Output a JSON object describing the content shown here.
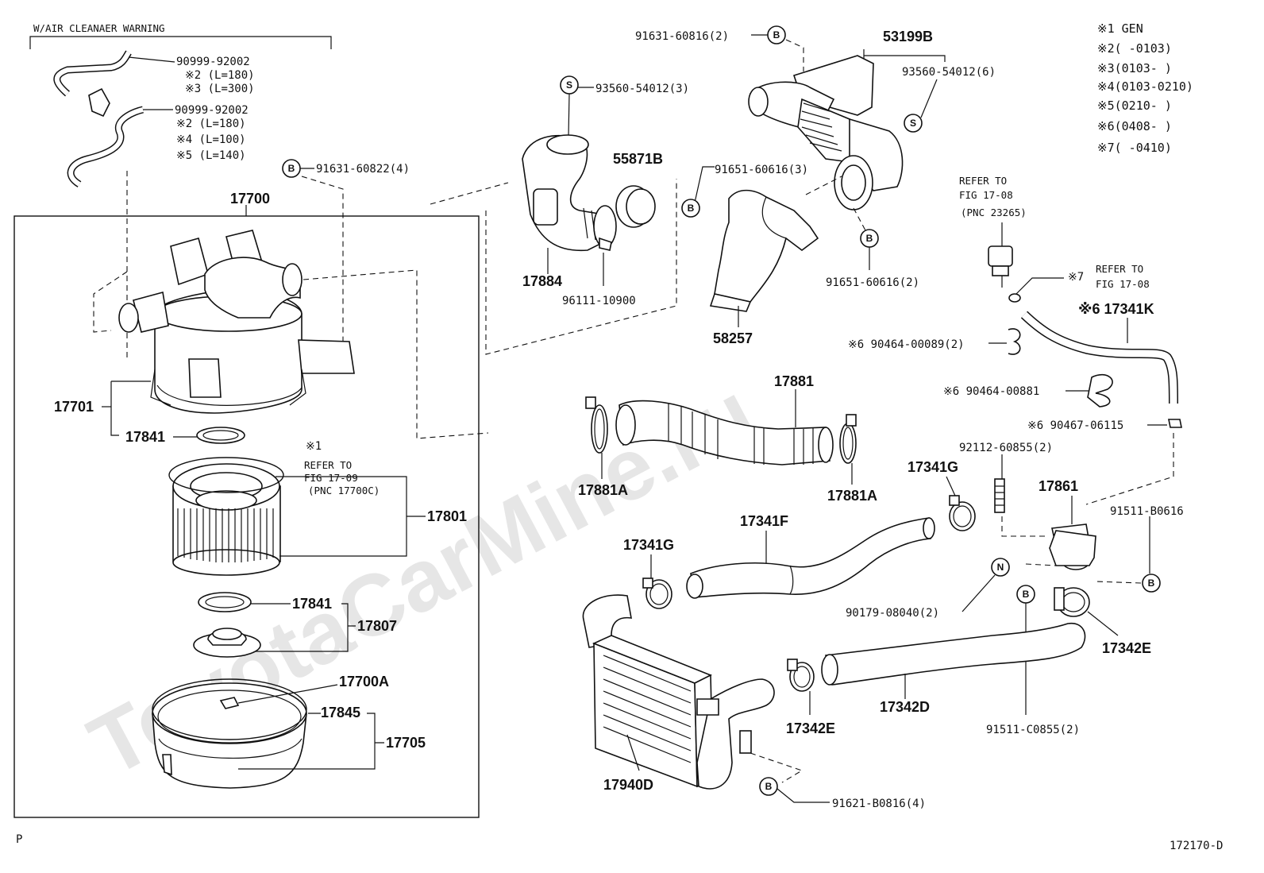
{
  "watermark": "ToyotaCarMine.ru",
  "figure_code": "172170-D",
  "corner_letter": "P",
  "header_note": "W/AIR CLEANAER WARNING",
  "legend": [
    {
      "key": "※1",
      "value": "GEN"
    },
    {
      "key": "※2",
      "value": "(      -0103)"
    },
    {
      "key": "※3",
      "value": "(0103-     )"
    },
    {
      "key": "※4",
      "value": "(0103-0210)"
    },
    {
      "key": "※5",
      "value": "(0210-     )"
    },
    {
      "key": "※6",
      "value": "(0408-     )"
    },
    {
      "key": "※7",
      "value": "(      -0410)"
    }
  ],
  "circle_symbols": {
    "b": "B",
    "s": "S",
    "n": "N"
  },
  "labels": {
    "p90999a": "90999-92002",
    "p90999a_l2": "※2 (L=180)",
    "p90999a_l3": "※3 (L=300)",
    "p90999b": "90999-92002",
    "p90999b_l2": "※2 (L=180)",
    "p90999b_l4": "※4 (L=100)",
    "p90999b_l5": "※5 (L=140)",
    "p91631_22": "91631-60822(4)",
    "p17700": "17700",
    "p17701": "17701",
    "p17841a": "17841",
    "ref1_mark": "※1",
    "ref1_l1": "REFER TO",
    "ref1_l2": "FIG 17-09",
    "ref1_l3": "(PNC 17700C)",
    "p17801": "17801",
    "p17841b": "17841",
    "p17807": "17807",
    "p17700a": "17700A",
    "p17845": "17845",
    "p17705": "17705",
    "p91631_16": "91631-60816(2)",
    "p53199b": "53199B",
    "p93560_6": "93560-54012(6)",
    "p93560_3": "93560-54012(3)",
    "p55871b": "55871B",
    "p91651_3": "91651-60616(3)",
    "p91651_2": "91651-60616(2)",
    "p17884": "17884",
    "p96111": "96111-10900",
    "p58257": "58257",
    "ref2_l1": "REFER TO",
    "ref2_l2": "FIG 17-08",
    "ref2_l3": "(PNC 23265)",
    "ref3_mark": "※7",
    "ref3_l1": "REFER TO",
    "ref3_l2": "FIG 17-08",
    "p17341k": "※6 17341K",
    "p90464_89": "※6 90464-00089(2)",
    "p90464_881": "※6 90464-00881",
    "p90467": "※6 90467-06115",
    "p17881": "17881",
    "p17881a_l": "17881A",
    "p17881a_r": "17881A",
    "p92112": "92112-60855(2)",
    "p17341g_r": "17341G",
    "p17861": "17861",
    "p91511_b": "91511-B0616",
    "p17341f": "17341F",
    "p17341g_l": "17341G",
    "p90179": "90179-08040(2)",
    "p17342e_r": "17342E",
    "p17342e_l": "17342E",
    "p17342d": "17342D",
    "p91511_c": "91511-C0855(2)",
    "p17940d": "17940D",
    "p91621": "91621-B0816(4)"
  }
}
